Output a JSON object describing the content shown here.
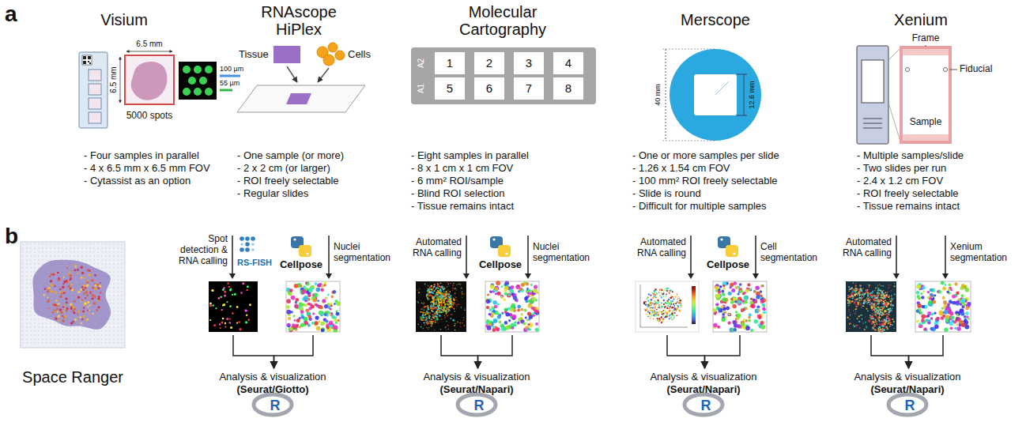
{
  "diagram": {
    "nodes": [
      {
        "text": [
          "Space Ranger"
        ]
      },
      {
        "text": [
          "Spot detection & RNA calling",
          "RS-FISH"
        ]
      },
      {
        "text": [
          "Cellpose",
          "Nuclei segmentation"
        ]
      },
      {
        "text": [
          "Analysis & visualization",
          "(Seurat/Giotto)",
          "R"
        ]
      },
      {
        "text": [
          "Automated RNA calling"
        ]
      },
      {
        "text": [
          "Cellpose",
          "Nuclei segmentation"
        ]
      },
      {
        "text": [
          "Analysis & visualization",
          "(Seurat/Napari)",
          "R"
        ]
      },
      {
        "text": [
          "Automated RNA calling"
        ]
      },
      {
        "text": [
          "Cellpose",
          "Cell segmentation"
        ]
      },
      {
        "text": [
          "Analysis & visualization",
          "(Seurat/Napari)",
          "R"
        ]
      },
      {
        "text": [
          "Automated RNA calling"
        ]
      },
      {
        "text": [
          "Xenium segmentation"
        ]
      },
      {
        "text": [
          "Analysis & visualization",
          "(Seurat/Napari)",
          "R"
        ]
      }
    ],
    "edges": [
      {
        "from": 1,
        "to": 3,
        "arrow": "to"
      },
      {
        "from": 2,
        "to": 3,
        "arrow": "to"
      },
      {
        "from": 4,
        "to": 6,
        "arrow": "to"
      },
      {
        "from": 5,
        "to": 6,
        "arrow": "to"
      },
      {
        "from": 7,
        "to": 9,
        "arrow": "to"
      },
      {
        "from": 8,
        "to": 9,
        "arrow": "to"
      },
      {
        "from": 10,
        "to": 12,
        "arrow": "to"
      },
      {
        "from": 11,
        "to": 12,
        "arrow": "to"
      }
    ],
    "labels": [
      "a",
      "Visium",
      "RNAscope HiPlex",
      "Molecular Cartography",
      "Merscope",
      "Xenium",
      "6.5 mm",
      "6.5 mm",
      "100 µm",
      "55 µm",
      "5000 spots",
      "Tissue",
      "Cells",
      "A2",
      "A1",
      "1",
      "2",
      "3",
      "4",
      "5",
      "6",
      "7",
      "8",
      "40 mm",
      "12.6 mm",
      "Frame",
      "Fiducial",
      "Sample",
      "- Four samples in parallel",
      "- 4 x 6.5 mm x 6.5 mm FOV",
      "- Cytassist as an option",
      "- One sample (or more)",
      "- 2 x 2 cm (or larger)",
      "- ROI freely selectable",
      "- Regular slides",
      "- Eight samples in parallel",
      "- 8 x 1 cm x 1 cm FOV",
      "- 6 mm² ROI/sample",
      "- Blind ROI selection",
      "- Tissue remains intact",
      "- One or more samples per slide",
      "- 1.26 x 1.54 cm FOV",
      "- 100 mm² ROI freely selectable",
      "- Slide is round",
      "- Difficult for multiple samples",
      "- Multiple samples/slide",
      "- Two slides per run",
      "- 2.4 x 1.2 cm FOV",
      "- ROI freely selectable",
      "- Tissue remains intact",
      "b"
    ]
  }
}
